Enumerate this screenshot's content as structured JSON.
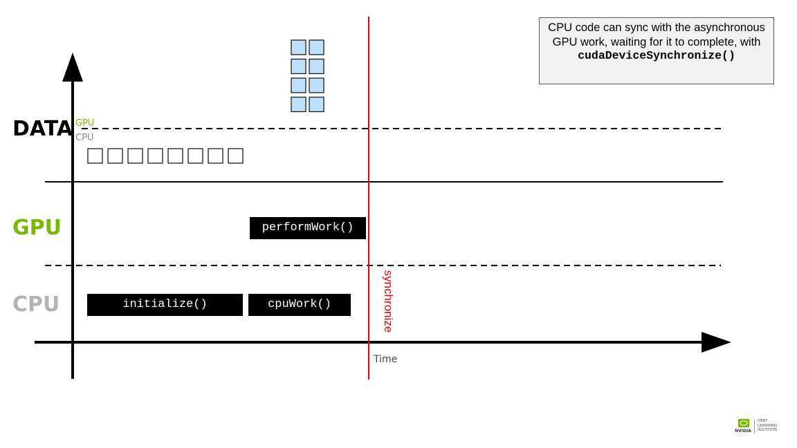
{
  "rows": {
    "data": {
      "label": "DATA",
      "color": "#000000"
    },
    "gpu": {
      "label": "GPU",
      "color": "#76b900"
    },
    "cpu": {
      "label": "CPU",
      "color": "#b3b3b3"
    }
  },
  "memory_labels": {
    "gpu": {
      "label": "GPU",
      "color": "#76b900"
    },
    "cpu": {
      "label": "CPU",
      "color": "#888888"
    }
  },
  "cpu_tasks": {
    "initialize": "initialize()",
    "cpu_work": "cpuWork()"
  },
  "gpu_tasks": {
    "perform_work": "performWork()"
  },
  "sync_label": "synchronize",
  "time_label": "Time",
  "callout": {
    "text": "CPU code can sync with the asynchronous GPU work, waiting for it to complete, with",
    "code": "cudaDeviceSynchronize()"
  },
  "data_blocks": {
    "cpu_count": 8,
    "gpu_columns": 2,
    "gpu_rows": 4,
    "gpu_fill": "#bfe1fb",
    "gpu_stroke": "#1a1a1a"
  },
  "logo": {
    "brand": "NVIDIA",
    "institute": [
      "DEEP",
      "LEARNING",
      "INSTITUTE"
    ],
    "color": "#76b900"
  },
  "accent_colors": {
    "sync_line": "#e00000"
  }
}
